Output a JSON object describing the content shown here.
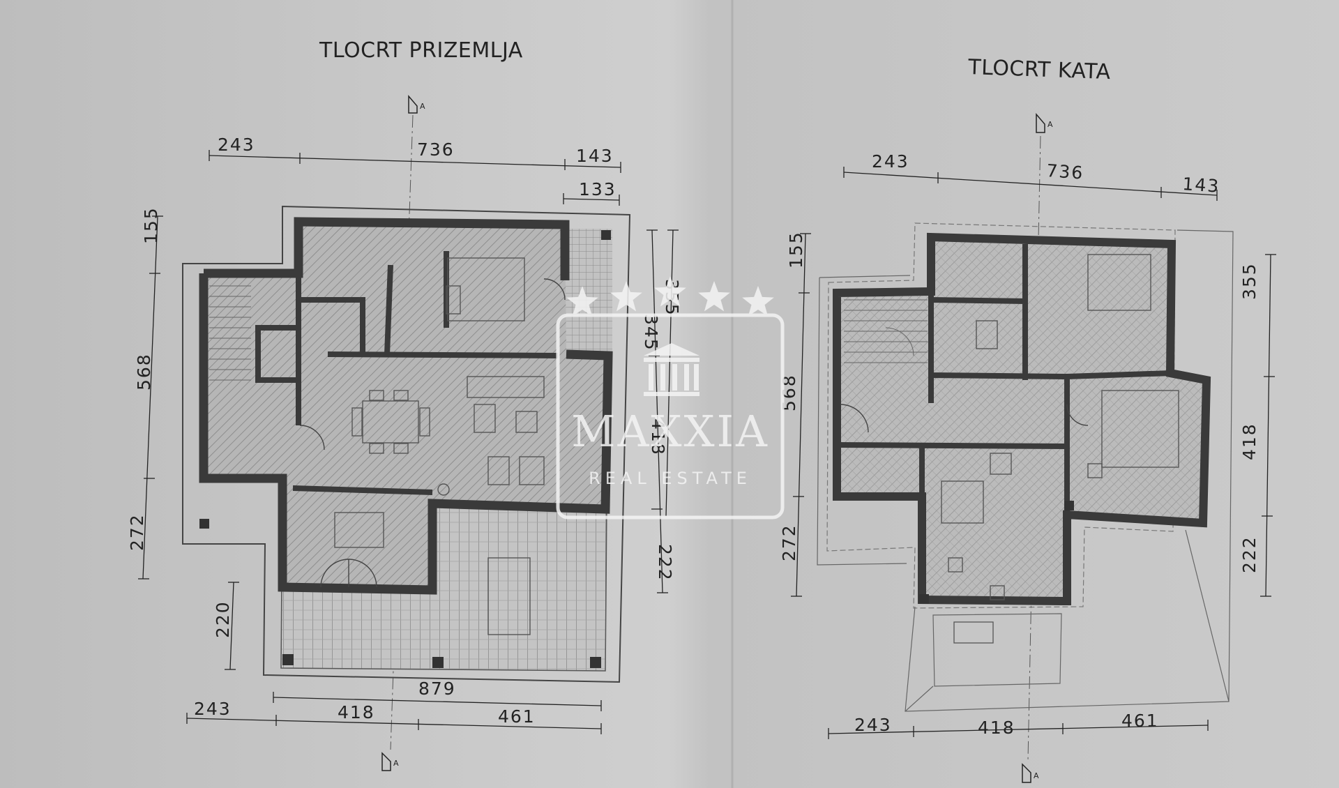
{
  "plans": {
    "ground": {
      "title": "TLOCRT PRIZEMLJA",
      "dims": {
        "top_a": "243",
        "top_b": "736",
        "top_c": "143",
        "top_d": "133",
        "left_a": "155",
        "left_b": "568",
        "left_c": "272",
        "left_d": "220",
        "right_a": "345",
        "right_b": "355",
        "right_c": "418",
        "right_d": "222",
        "bottom_total": "879",
        "bottom_a": "243",
        "bottom_b": "418",
        "bottom_c": "461"
      },
      "section_marker": "A"
    },
    "upper": {
      "title": "TLOCRT KATA",
      "dims": {
        "top_a": "243",
        "top_b": "736",
        "top_c": "143",
        "left_a": "155",
        "left_b": "568",
        "left_c": "272",
        "right_a": "355",
        "right_b": "418",
        "right_c": "222",
        "bottom_a": "243",
        "bottom_b": "418",
        "bottom_c": "461"
      },
      "section_marker": "A"
    }
  },
  "watermark": {
    "brand": "MAXXIA",
    "tagline": "REAL ESTATE",
    "stars": 5
  },
  "colors": {
    "paper": "#c9c9c9",
    "wall": "#3a3a3a",
    "watermark": "#f4f4f4"
  }
}
